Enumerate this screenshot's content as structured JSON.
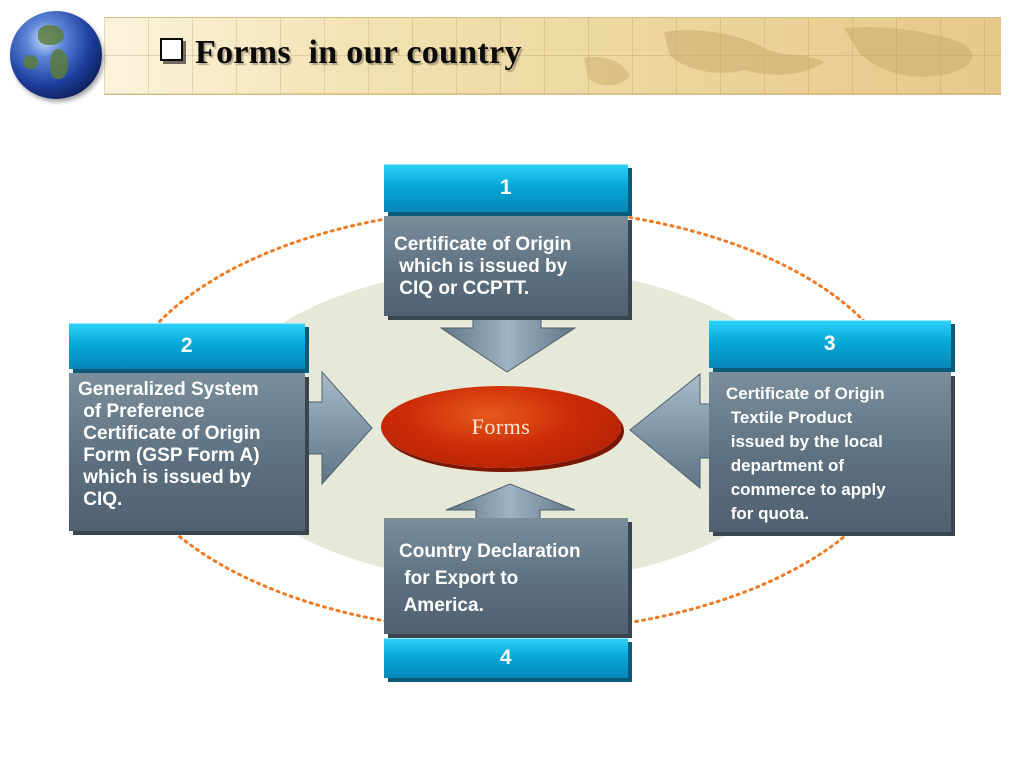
{
  "slide": {
    "title": "Forms  in our country"
  },
  "diagram": {
    "center_label": "Forms",
    "boxes": [
      {
        "number": "1",
        "text": "Certificate of Origin\n which is issued by\n CIQ or CCPTT."
      },
      {
        "number": "2",
        "text": "Generalized System\n of Preference\n Certificate of Origin\n Form (GSP Form A)\n which is issued by\n CIQ."
      },
      {
        "number": "3",
        "text": "Certificate of Origin\n Textile Product\n issued by the local\n department of\n commerce to apply\n for quota."
      },
      {
        "number": "4",
        "text": "Country Declaration\n for Export to\n America."
      }
    ]
  },
  "colors": {
    "header_cyan": "#06a9d8",
    "body_slate": "#5d7080",
    "center_red": "#cc2c08",
    "dotted_ring": "#f07a24",
    "backdrop_ellipse": "#e6e8d6",
    "arrow_fill": "#8ea3b5"
  }
}
